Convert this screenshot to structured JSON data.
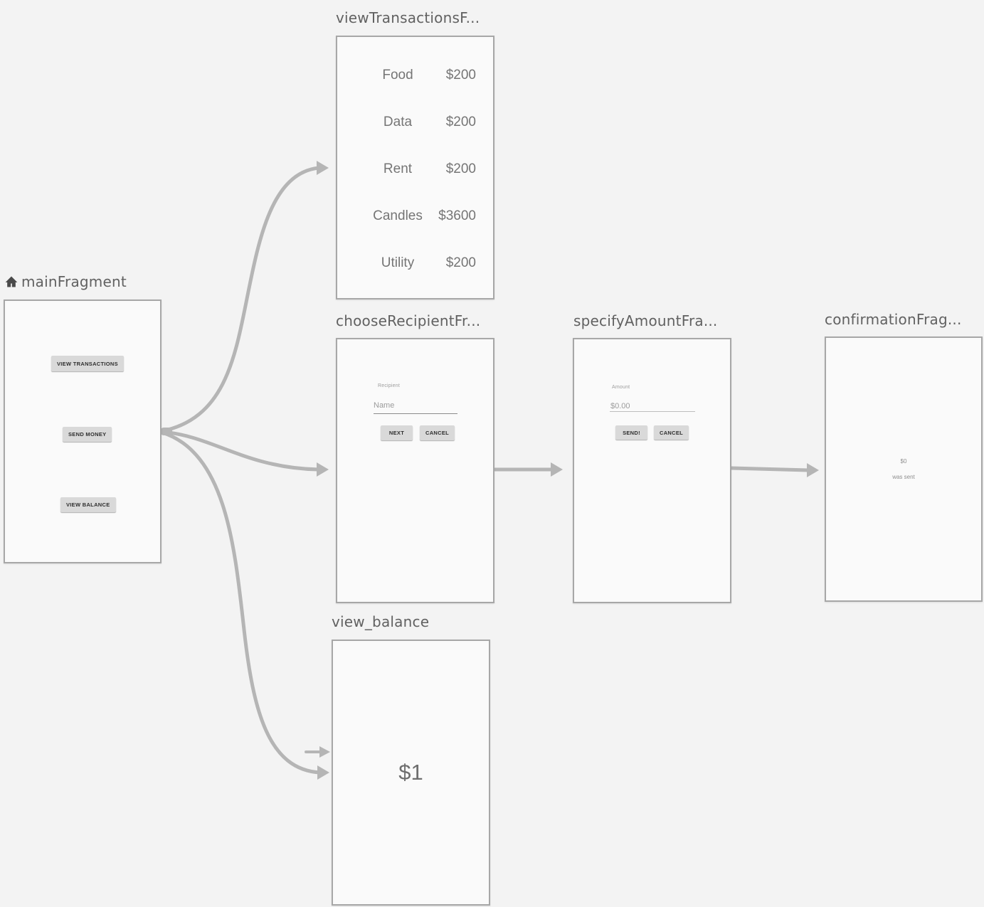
{
  "colors": {
    "background": "#f3f3f3",
    "card_fill": "#fafafa",
    "card_border": "#a7a7a7",
    "arrow": "#b5b5b5",
    "title_text": "#616161",
    "preview_button_fill": "#d9d9d9"
  },
  "fragments": {
    "main": {
      "title": "mainFragment",
      "home_icon": "home-icon",
      "buttons": {
        "view_transactions": "VIEW TRANSACTIONS",
        "send_money": "SEND MONEY",
        "view_balance": "VIEW BALANCE"
      }
    },
    "view_transactions": {
      "title": "viewTransactionsF...",
      "rows": [
        {
          "label": "Food",
          "amount": "$200"
        },
        {
          "label": "Data",
          "amount": "$200"
        },
        {
          "label": "Rent",
          "amount": "$200"
        },
        {
          "label": "Candles",
          "amount": "$3600"
        },
        {
          "label": "Utility",
          "amount": "$200"
        }
      ]
    },
    "choose_recipient": {
      "title": "chooseRecipientFr...",
      "field_label": "Recipient",
      "field_placeholder": "Name",
      "next_label": "NEXT",
      "cancel_label": "CANCEL"
    },
    "specify_amount": {
      "title": "specifyAmountFra...",
      "field_label": "Amount",
      "field_placeholder": "$0.00",
      "send_label": "SEND!",
      "cancel_label": "CANCEL"
    },
    "confirmation": {
      "title": "confirmationFrag...",
      "amount": "$0",
      "message": "was sent"
    },
    "view_balance": {
      "title": "view_balance",
      "balance": "$1"
    }
  }
}
